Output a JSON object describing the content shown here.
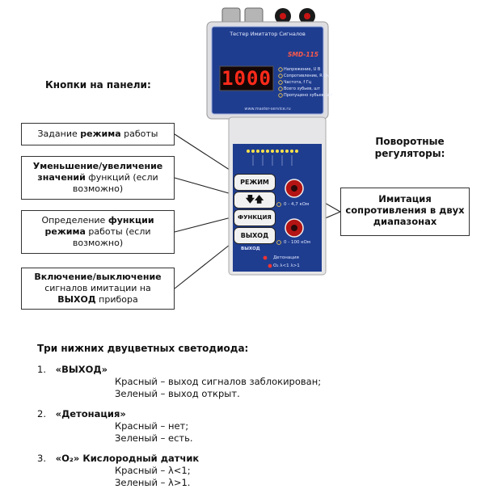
{
  "panel_heading": "Кнопки на панели:",
  "knobs_heading": "Поворотные регуляторы:",
  "callouts": {
    "mode": {
      "pre": "Задание ",
      "bold": "режима",
      "post": " работы"
    },
    "updown": {
      "bold": "Уменьшение/увеличение значений",
      "post": " функций (если возможно)"
    },
    "function": {
      "pre": "Определение ",
      "bold1": "функции",
      "bold2": "режима",
      "post": " работы (если возможно)"
    },
    "output": {
      "bold": "Включение/выключение",
      "mid": " сигналов имитации на ",
      "bold2": "ВЫХОД",
      "post": " прибора"
    },
    "resistance": {
      "text": "Имитация сопротивления в двух диапазонах"
    }
  },
  "device": {
    "title": "Тестер Имитатор Сигналов",
    "model": "SMD-115",
    "display": "1000",
    "menu": [
      "Напряжение, U В",
      "Сопротивление, R Ом",
      "Частота, f Гц",
      "Всего зубьев, шт",
      "Пропущено зубьев, шт"
    ],
    "footer": "www.master-service.ru",
    "buttons": [
      "РЕЖИМ",
      "ФУНКЦИЯ",
      "ВЫХОД"
    ],
    "knob1": "0 - 4,7 кОм",
    "knob2": "0 - 100 кОм",
    "leds": [
      "ВЫХОД",
      "Детонация",
      "O₂  λ<1  λ>1"
    ]
  },
  "leds_heading": "Три нижних двуцветных светодиода:",
  "items": [
    {
      "num": "1.",
      "title": "«ВЫХОД»",
      "lines": [
        "Красный – выход сигналов заблокирован;",
        "Зеленый – выход открыт."
      ]
    },
    {
      "num": "2.",
      "title": "«Детонация»",
      "lines": [
        "Красный – нет;",
        "Зеленый – есть."
      ]
    },
    {
      "num": "3.",
      "title": "«O₂» Кислородный датчик",
      "lines": [
        "Красный – λ<1;",
        "Зеленый – λ>1."
      ]
    }
  ],
  "colors": {
    "panel": "#1f3d8f",
    "display_red": "#ff2a1a",
    "body": "#e8e8ea"
  }
}
